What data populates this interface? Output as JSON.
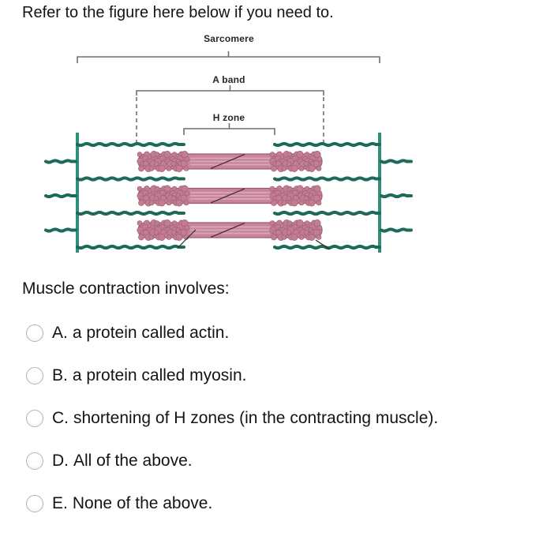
{
  "page": {
    "instruction": "Refer to the figure here below if you need to.",
    "background": "#ffffff"
  },
  "figure": {
    "labels": {
      "sarcomere": "Sarcomere",
      "a_band": "A band",
      "h_zone": "H zone"
    },
    "colors": {
      "z_line_teal": "#2f9079",
      "actin_teal": "#1d6a58",
      "myosin_base": "#c8849b",
      "myosin_head": "#c07d93",
      "myosin_outline": "#a05a74",
      "myosin_stripe": "#ddadbc",
      "myosin_diagonal": "#4a323c",
      "bracket_gray": "#6f6f6f",
      "leader_line": "#2b2b2b"
    }
  },
  "question": {
    "stem": "Muscle contraction involves:",
    "options": [
      {
        "letter": "A.",
        "text": "a protein called actin."
      },
      {
        "letter": "B.",
        "text": "a protein called myosin."
      },
      {
        "letter": "C.",
        "text": "shortening of H zones (in the contracting muscle)."
      },
      {
        "letter": "D.",
        "text": "All of the above."
      },
      {
        "letter": "E.",
        "text": "None of the above."
      }
    ]
  }
}
